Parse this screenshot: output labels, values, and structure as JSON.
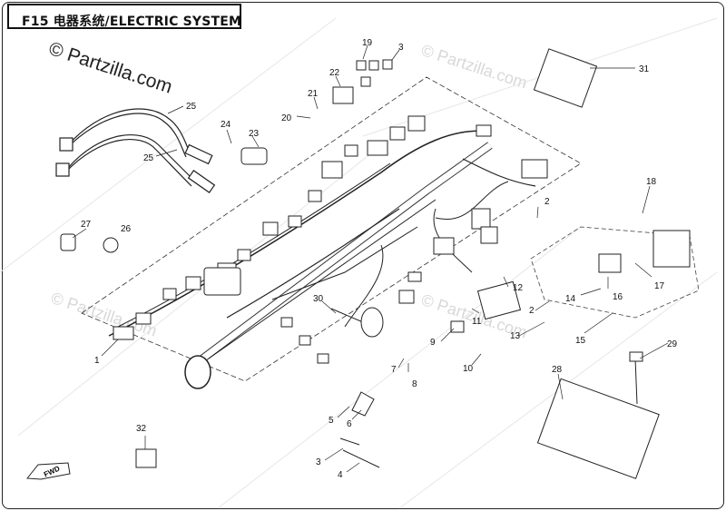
{
  "title": "F15 电器系统/ELECTRIC SYSTEM",
  "watermarks": {
    "main": "© Partzilla.com",
    "faint": "© Partzilla.com"
  },
  "fwd_label": "FWD",
  "callouts": [
    "1",
    "2",
    "2",
    "3",
    "3",
    "4",
    "5",
    "6",
    "7",
    "8",
    "9",
    "10",
    "11",
    "12",
    "13",
    "14",
    "15",
    "16",
    "17",
    "18",
    "19",
    "20",
    "21",
    "22",
    "23",
    "24",
    "25",
    "25",
    "26",
    "27",
    "28",
    "29",
    "30",
    "31",
    "32"
  ]
}
